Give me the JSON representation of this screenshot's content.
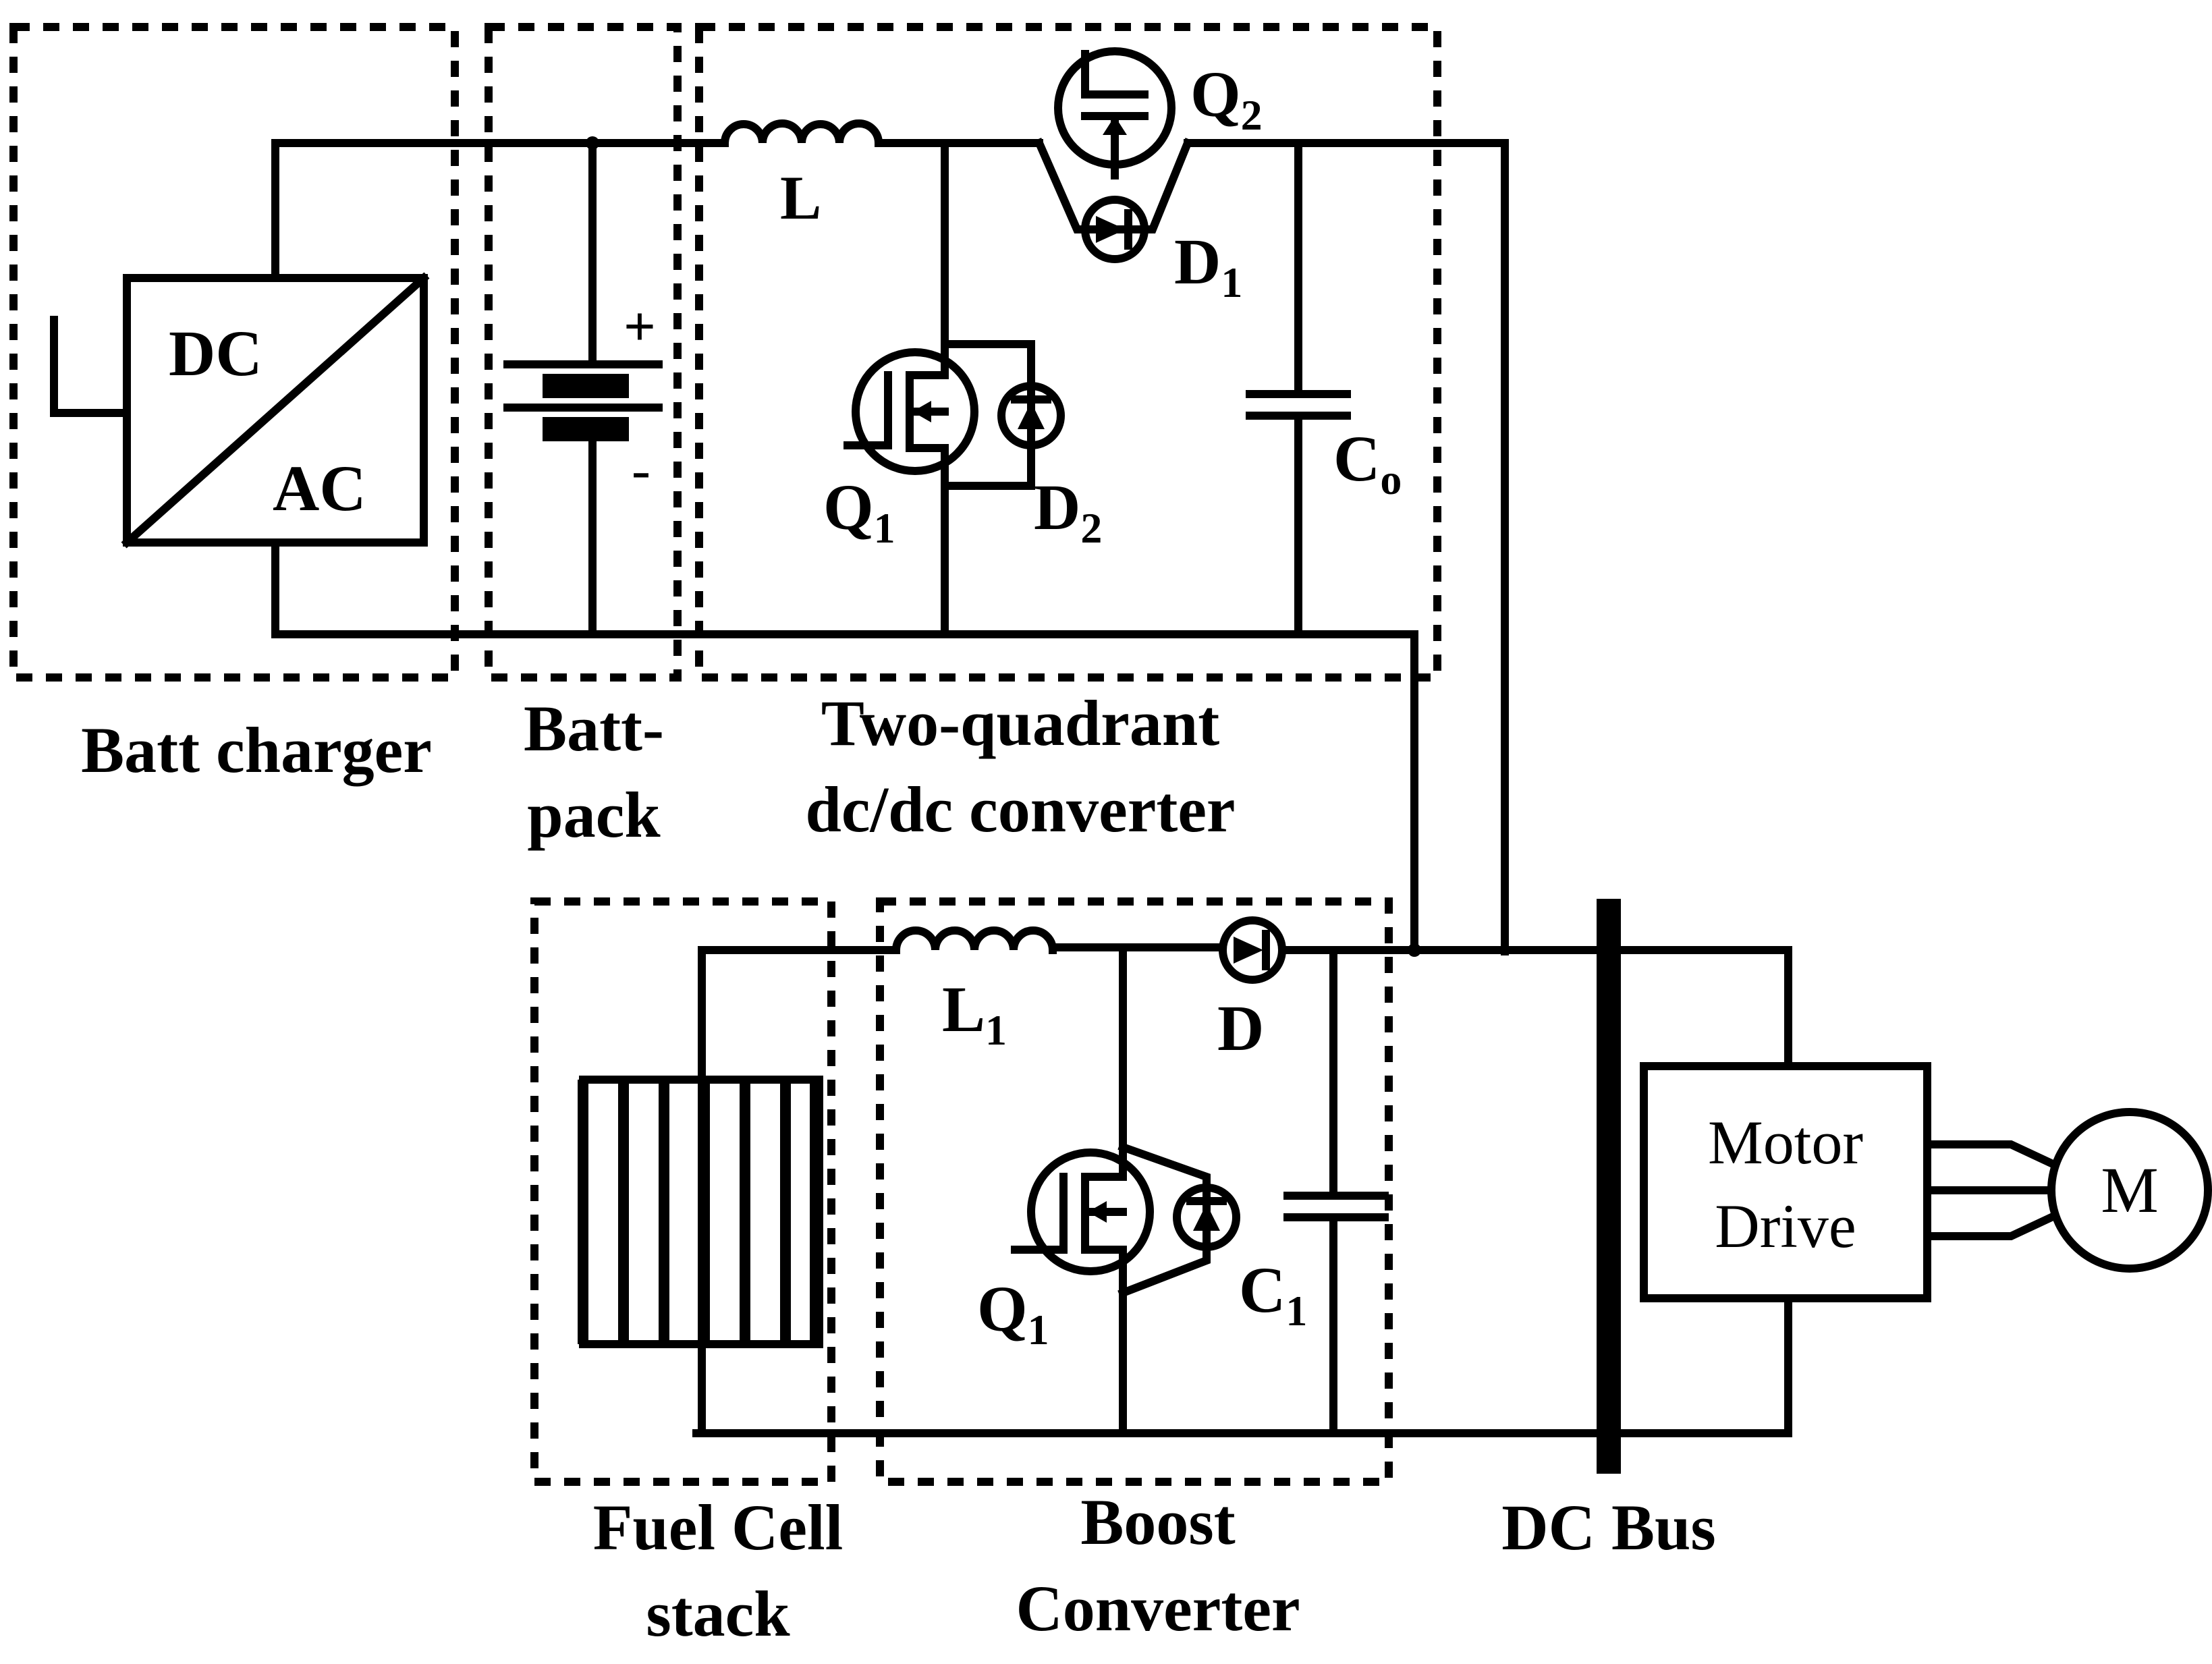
{
  "blocks": {
    "batt_charger": "Batt charger",
    "batt_pack_line1": "Batt-",
    "batt_pack_line2": "pack",
    "two_quadrant_line1": "Two-quadrant",
    "two_quadrant_line2": "dc/dc converter",
    "fuel_cell_line1": "Fuel Cell",
    "fuel_cell_line2": "stack",
    "boost_line1": "Boost",
    "boost_line2": "Converter",
    "dc_bus": "DC Bus"
  },
  "converter_box": {
    "top": "DC",
    "bottom": "AC"
  },
  "battery": {
    "plus": "+",
    "minus": "-"
  },
  "components": {
    "L": "L",
    "Q2": "Q",
    "Q2_sub": "2",
    "D1": "D",
    "D1_sub": "1",
    "Q1_top": "Q",
    "Q1_top_sub": "1",
    "D2": "D",
    "D2_sub": "2",
    "Co": "C",
    "Co_sub": "o",
    "L1": "L",
    "L1_sub": "1",
    "D": "D",
    "Q1_bottom": "Q",
    "Q1_bottom_sub": "1",
    "C1": "C",
    "C1_sub": "1"
  },
  "motor_drive": {
    "line1": "Motor",
    "line2": "Drive"
  },
  "motor": "M"
}
